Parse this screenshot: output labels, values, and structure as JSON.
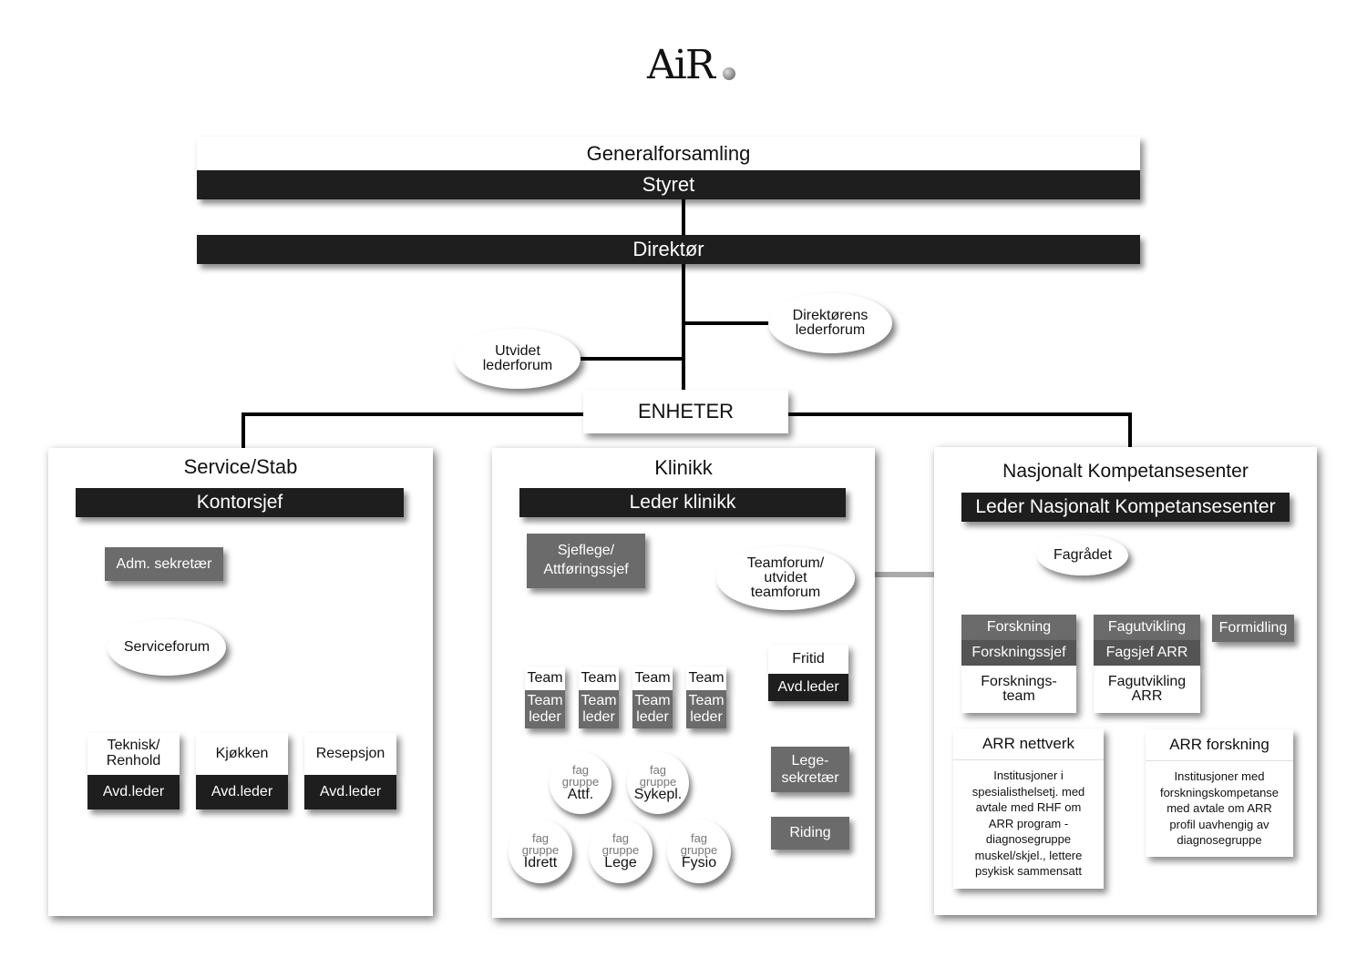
{
  "logo": {
    "text": "AiR"
  },
  "top": {
    "generalforsamling": "Generalforsamling",
    "styret": "Styret",
    "direktor": "Direktør",
    "direktorens_lederforum": "Direktørens\nlederforum",
    "utvidet_lederforum": "Utvidet\nlederforum",
    "enheter": "ENHETER"
  },
  "service": {
    "title": "Service/Stab",
    "kontorsjef": "Kontorsjef",
    "adm_sekretaer": "Adm. sekretær",
    "serviceforum": "Serviceforum",
    "units": [
      {
        "name": "Teknisk/\nRenhold",
        "leader": "Avd.leder"
      },
      {
        "name": "Kjøkken",
        "leader": "Avd.leder"
      },
      {
        "name": "Resepsjon",
        "leader": "Avd.leder"
      }
    ]
  },
  "klinikk": {
    "title": "Klinikk",
    "leder": "Leder klinikk",
    "sjeflege": "Sjeflege/\nAttføringssjef",
    "teamforum": "Teamforum/\nutvidet\nteamforum",
    "teams": [
      {
        "name": "Team",
        "leader": "Team\nleder"
      },
      {
        "name": "Team",
        "leader": "Team\nleder"
      },
      {
        "name": "Team",
        "leader": "Team\nleder"
      },
      {
        "name": "Team",
        "leader": "Team\nleder"
      }
    ],
    "fritid": {
      "name": "Fritid",
      "leader": "Avd.leder"
    },
    "legesekretaer": "Lege-\nsekretær",
    "riding": "Riding",
    "faggrupper": [
      {
        "label": "fag\ngruppe",
        "name": "Attf."
      },
      {
        "label": "fag\ngruppe",
        "name": "Sykepl."
      },
      {
        "label": "fag\ngruppe",
        "name": "Idrett"
      },
      {
        "label": "fag\ngruppe",
        "name": "Lege"
      },
      {
        "label": "fag\ngruppe",
        "name": "Fysio"
      }
    ]
  },
  "nasjonalt": {
    "title": "Nasjonalt Kompetansesenter",
    "leder": "Leder Nasjonalt Kompetansesenter",
    "fagradet": "Fagrådet",
    "forskning": "Forskning",
    "forskningssjef": "Forskningssjef",
    "forskningsteam": "Forsknings-\nteam",
    "fagutvikling": "Fagutvikling",
    "fagsjef": "Fagsjef ARR",
    "fagutvikling_arr": "Fagutvikling\nARR",
    "formidling": "Formidling",
    "arr_nettverk": "ARR nettverk",
    "arr_nettverk_desc": "Institusjoner i\nspesialisthelsetj. med\navtale med RHF om\nARR program -\ndiagnosegruppe\nmuskel/skjel., lettere\npsykisk sammensatt",
    "arr_forskning": "ARR forskning",
    "arr_forskning_desc": "Institusjoner med\nforskningskompetanse\nmed avtale om ARR\nprofil uavhengig av\ndiagnosegruppe"
  }
}
